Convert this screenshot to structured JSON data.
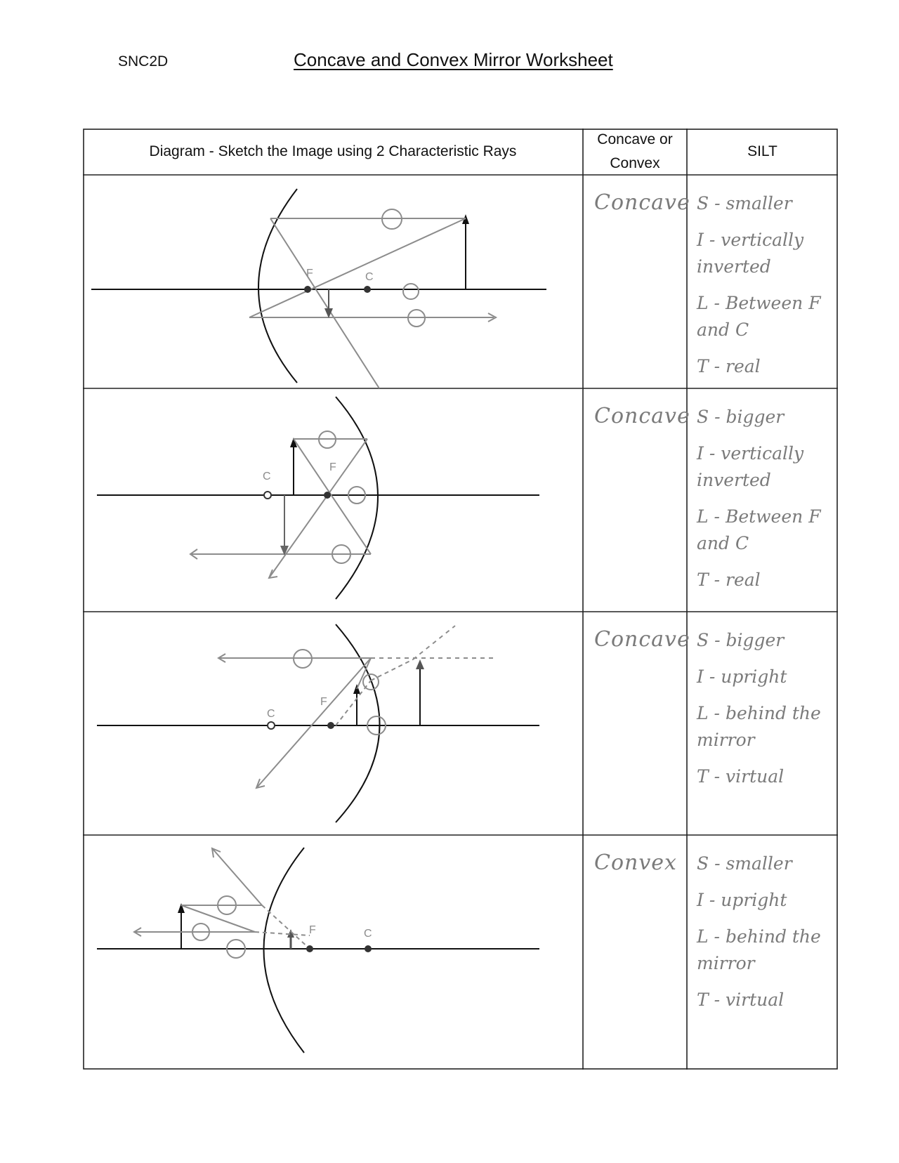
{
  "header": {
    "course": "SNC2D",
    "title": "Concave and Convex Mirror  Worksheet"
  },
  "table": {
    "columns": {
      "diagram": "Diagram - Sketch the Image using 2 Characteristic Rays",
      "type": "Concave or Convex",
      "silt": "SILT"
    },
    "rows": [
      {
        "type": "Concave",
        "silt": [
          "S - smaller",
          "I - vertically inverted",
          "L - Between F and C",
          "T - real"
        ],
        "labels": {
          "f": "F",
          "c": "C"
        }
      },
      {
        "type": "Concave",
        "silt": [
          "S - bigger",
          "I - vertically inverted",
          "L - Between F and C",
          "T - real"
        ],
        "labels": {
          "f": "F",
          "c": "C"
        }
      },
      {
        "type": "Concave",
        "silt": [
          "S - bigger",
          "I - upright",
          "L - behind the mirror",
          "T - virtual"
        ],
        "labels": {
          "f": "F",
          "c": "C"
        }
      },
      {
        "type": "Convex",
        "silt": [
          "S - smaller",
          "I - upright",
          "L - behind the mirror",
          "T - virtual"
        ],
        "labels": {
          "f": "F",
          "c": "C"
        }
      }
    ]
  },
  "colors": {
    "ink": "#111111",
    "pencil": "#8c8c8c"
  }
}
